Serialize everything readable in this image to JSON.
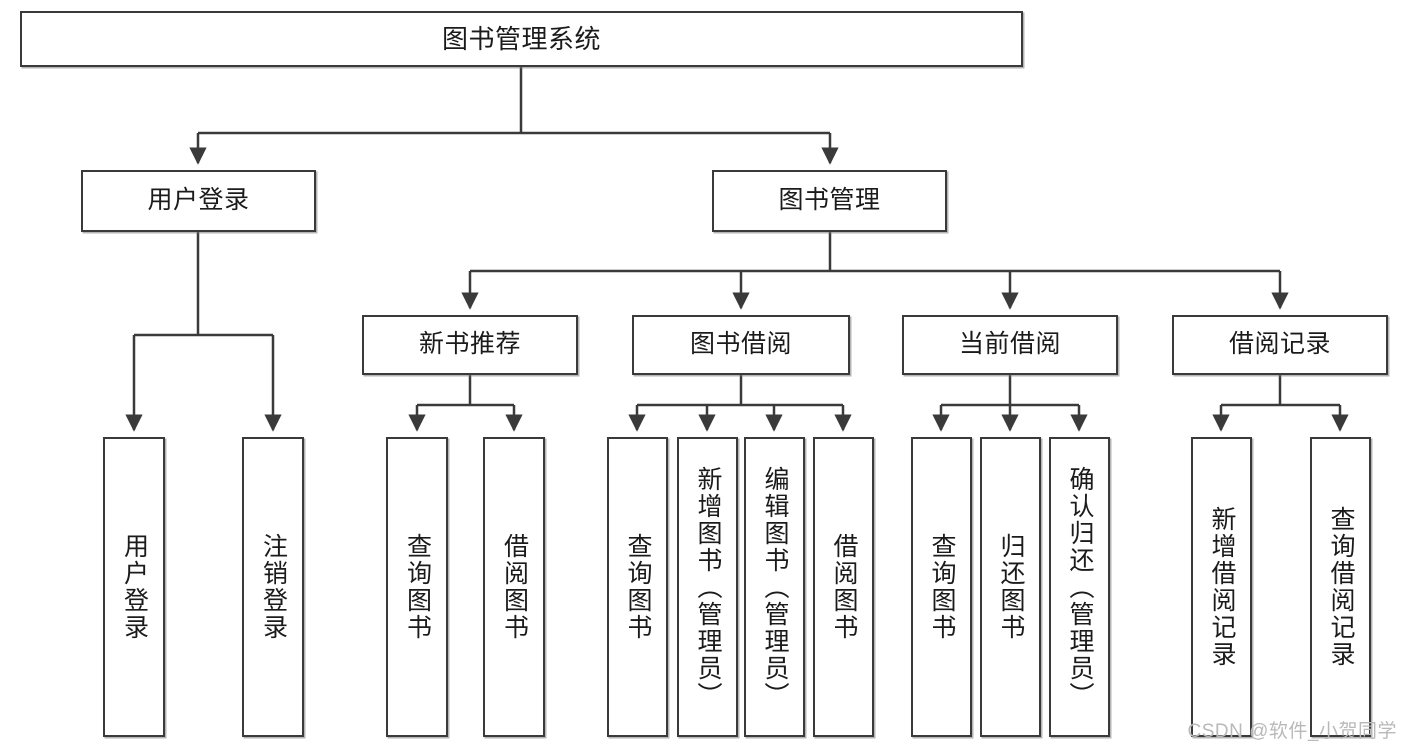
{
  "diagram": {
    "title": "图书管理系统",
    "type": "tree-hierarchy-diagram",
    "watermark": "CSDN @软件_小贺同学",
    "colors": {
      "box_border": "#3a3a3a",
      "box_fill": "#ffffff",
      "edge": "#3a3a3a",
      "text": "#1b1b1b",
      "watermark": "#b9b9b9"
    },
    "nodes": {
      "root": {
        "label": "图书管理系统"
      },
      "level2": [
        {
          "label": "用户登录"
        },
        {
          "label": "图书管理"
        }
      ],
      "level3": [
        {
          "label": "新书推荐"
        },
        {
          "label": "图书借阅"
        },
        {
          "label": "当前借阅"
        },
        {
          "label": "借阅记录"
        }
      ],
      "leaves": {
        "user_login": [
          {
            "label": "用户登录"
          },
          {
            "label": "注销登录"
          }
        ],
        "new_book_recommend": [
          {
            "label": "查询图书"
          },
          {
            "label": "借阅图书"
          }
        ],
        "book_borrow": [
          {
            "label": "查询图书"
          },
          {
            "label": "新增图书（管理员）"
          },
          {
            "label": "编辑图书（管理员）"
          },
          {
            "label": "借阅图书"
          }
        ],
        "current_borrow": [
          {
            "label": "查询图书"
          },
          {
            "label": "归还图书"
          },
          {
            "label": "确认归还（管理员）"
          }
        ],
        "borrow_record": [
          {
            "label": "新增借阅记录"
          },
          {
            "label": "查询借阅记录"
          }
        ]
      }
    }
  }
}
